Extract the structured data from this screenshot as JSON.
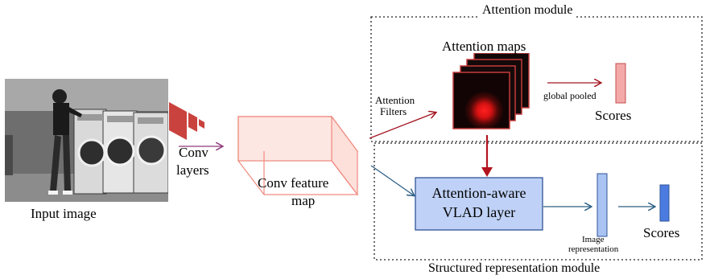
{
  "labels": {
    "input_image": "Input image",
    "conv": "Conv",
    "layers": "layers",
    "conv_feature": "Conv feature",
    "map": "map",
    "attention_module": "Attention  module",
    "attention_maps": "Attention maps",
    "attention": "Attention",
    "filters": "Filters",
    "global_pooled": "global pooled",
    "scores_top": "Scores",
    "vlad_line1": "Attention-aware",
    "vlad_line2": "VLAD layer",
    "image": "Image",
    "representation": "representation",
    "scores_bottom": "Scores",
    "structured_module": "Structured  representation module"
  },
  "colors": {
    "conv_red": "#c9423e",
    "feature_map_fill": "#fde0da",
    "feature_map_stroke": "#f08a80",
    "arrow_red": "#a31621",
    "arrow_purple": "#8e3a7a",
    "arrow_blue": "#2c5f85",
    "vlad_fill": "#bfd1f6",
    "vlad_stroke": "#2f5597",
    "bar_light_blue": "#a9c3f3",
    "bar_blue": "#4b7be0",
    "bar_pink": "#f4a9a9"
  }
}
